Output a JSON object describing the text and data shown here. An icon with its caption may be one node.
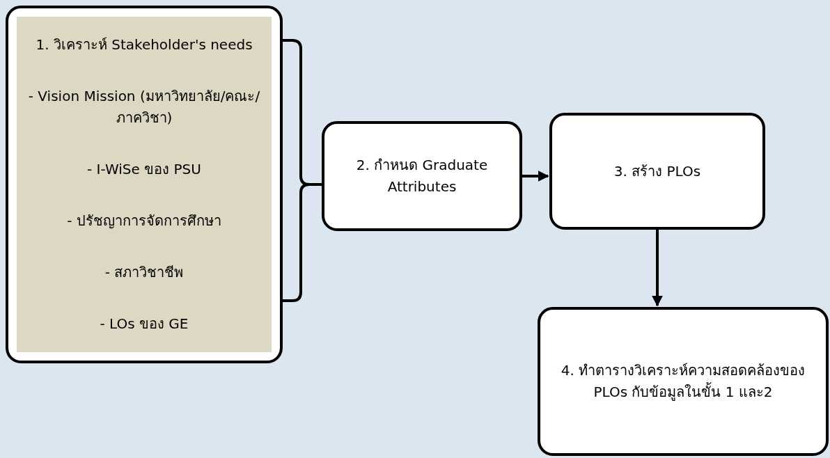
{
  "diagram": {
    "nodes": [
      {
        "text": [
          "1. วิเคราะห์ Stakeholder's needs",
          "- Vision Mission (มหาวิทยาลัย/คณะ/ภาควิชา)",
          "- I-WiSe ของ PSU",
          "- ปรัชญาการจัดการศึกษา",
          "- สภาวิชาชีพ",
          "- LOs ของ GE"
        ]
      },
      {
        "text": [
          "2. กำหนด Graduate Attributes"
        ]
      },
      {
        "text": [
          "3. สร้าง PLOs"
        ]
      },
      {
        "text": [
          "4. ทำตารางวิเคราะห์ความสอดคล้องของ PLOs กับข้อมูลในขั้น 1 และ2"
        ]
      }
    ],
    "edges": [
      {
        "from": 0,
        "to": 1,
        "arrow": "none"
      },
      {
        "from": 1,
        "to": 2,
        "arrow": "to"
      },
      {
        "from": 2,
        "to": 3,
        "arrow": "to"
      }
    ]
  }
}
